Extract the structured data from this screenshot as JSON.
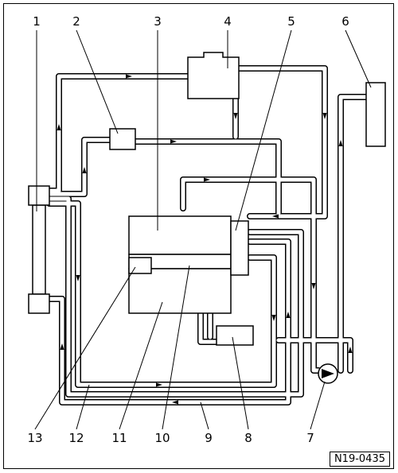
{
  "diagram": {
    "callouts": [
      {
        "id": "1",
        "label": "1"
      },
      {
        "id": "2",
        "label": "2"
      },
      {
        "id": "3",
        "label": "3"
      },
      {
        "id": "4",
        "label": "4"
      },
      {
        "id": "5",
        "label": "5"
      },
      {
        "id": "6",
        "label": "6"
      },
      {
        "id": "7",
        "label": "7"
      },
      {
        "id": "8",
        "label": "8"
      },
      {
        "id": "9",
        "label": "9"
      },
      {
        "id": "10",
        "label": "10"
      },
      {
        "id": "11",
        "label": "11"
      },
      {
        "id": "12",
        "label": "12"
      },
      {
        "id": "13",
        "label": "13"
      }
    ],
    "reference_code": "N19-0435"
  }
}
